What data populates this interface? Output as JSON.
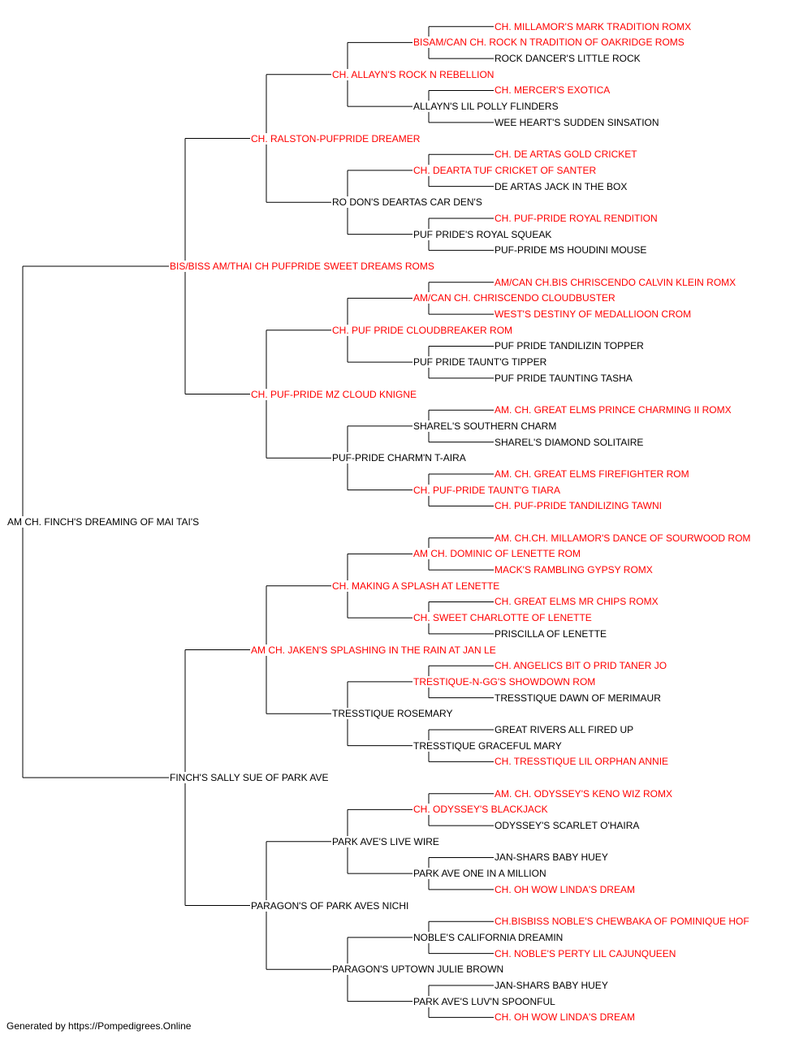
{
  "colors": {
    "champion": "#ff0000",
    "normal": "#000000",
    "line": "#000000"
  },
  "pedigree": {
    "name": "AM CH. FINCH'S DREAMING OF MAI TAI'S",
    "ch": false,
    "sire": {
      "name": "BIS/BISS AM/THAI CH PUFPRIDE SWEET DREAMS ROMS",
      "ch": true,
      "sire": {
        "name": "CH. RALSTON-PUFPRIDE DREAMER",
        "ch": true,
        "sire": {
          "name": "CH. ALLAYN'S ROCK N REBELLION",
          "ch": true,
          "sire": {
            "name": "BISAM/CAN CH. ROCK N TRADITION OF OAKRIDGE ROMS",
            "ch": true,
            "sire": {
              "name": "CH. MILLAMOR'S MARK TRADITION ROMX",
              "ch": true
            },
            "dam": {
              "name": "ROCK DANCER'S LITTLE ROCK",
              "ch": false
            }
          },
          "dam": {
            "name": "ALLAYN'S LIL POLLY FLINDERS",
            "ch": false,
            "sire": {
              "name": "CH. MERCER'S EXOTICA",
              "ch": true
            },
            "dam": {
              "name": "WEE HEART'S SUDDEN SINSATION",
              "ch": false
            }
          }
        },
        "dam": {
          "name": "RO DON'S DEARTAS CAR DEN'S",
          "ch": false,
          "sire": {
            "name": "CH. DEARTA TUF CRICKET OF SANTER",
            "ch": true,
            "sire": {
              "name": "CH. DE ARTAS GOLD CRICKET",
              "ch": true
            },
            "dam": {
              "name": "DE ARTAS JACK IN THE BOX",
              "ch": false
            }
          },
          "dam": {
            "name": "PUF PRIDE'S ROYAL SQUEAK",
            "ch": false,
            "sire": {
              "name": "CH. PUF-PRIDE ROYAL RENDITION",
              "ch": true
            },
            "dam": {
              "name": "PUF-PRIDE MS HOUDINI MOUSE",
              "ch": false
            }
          }
        }
      },
      "dam": {
        "name": "CH. PUF-PRIDE MZ CLOUD KNIGNE",
        "ch": true,
        "sire": {
          "name": "CH. PUF PRIDE CLOUDBREAKER ROM",
          "ch": true,
          "sire": {
            "name": "AM/CAN CH. CHRISCENDO CLOUDBUSTER",
            "ch": true,
            "sire": {
              "name": "AM/CAN CH.BIS CHRISCENDO CALVIN KLEIN ROMX",
              "ch": true
            },
            "dam": {
              "name": "WEST'S DESTINY OF MEDALLIOON CROM",
              "ch": true
            }
          },
          "dam": {
            "name": "PUF PRIDE TAUNT'G TIPPER",
            "ch": false,
            "sire": {
              "name": "PUF PRIDE TANDILIZIN TOPPER",
              "ch": false
            },
            "dam": {
              "name": "PUF PRIDE TAUNTING TASHA",
              "ch": false
            }
          }
        },
        "dam": {
          "name": "PUF-PRIDE CHARM'N T-AIRA",
          "ch": false,
          "sire": {
            "name": "SHAREL'S SOUTHERN CHARM",
            "ch": false,
            "sire": {
              "name": "AM. CH. GREAT ELMS PRINCE CHARMING II ROMX",
              "ch": true
            },
            "dam": {
              "name": "SHAREL'S DIAMOND SOLITAIRE",
              "ch": false
            }
          },
          "dam": {
            "name": "CH. PUF-PRIDE TAUNT'G TIARA",
            "ch": true,
            "sire": {
              "name": "AM. CH. GREAT ELMS FIREFIGHTER ROM",
              "ch": true
            },
            "dam": {
              "name": "CH. PUF-PRIDE TANDILIZING TAWNI",
              "ch": true
            }
          }
        }
      }
    },
    "dam": {
      "name": "FINCH'S SALLY SUE OF PARK AVE",
      "ch": false,
      "sire": {
        "name": "AM CH. JAKEN'S SPLASHING IN THE RAIN AT JAN LE",
        "ch": true,
        "sire": {
          "name": "CH. MAKING A SPLASH AT LENETTE",
          "ch": true,
          "sire": {
            "name": "AM CH. DOMINIC OF LENETTE ROM",
            "ch": true,
            "sire": {
              "name": "AM. CH.CH. MILLAMOR'S DANCE OF SOURWOOD ROM",
              "ch": true
            },
            "dam": {
              "name": "MACK'S RAMBLING GYPSY ROMX",
              "ch": true
            }
          },
          "dam": {
            "name": "CH. SWEET CHARLOTTE OF LENETTE",
            "ch": true,
            "sire": {
              "name": "CH. GREAT ELMS MR CHIPS ROMX",
              "ch": true
            },
            "dam": {
              "name": "PRISCILLA OF LENETTE",
              "ch": false
            }
          }
        },
        "dam": {
          "name": "TRESSTIQUE ROSEMARY",
          "ch": false,
          "sire": {
            "name": "TRESTIQUE-N-GG'S SHOWDOWN ROM",
            "ch": true,
            "sire": {
              "name": "CH. ANGELICS BIT O PRID TANER JO",
              "ch": true
            },
            "dam": {
              "name": "TRESSTIQUE DAWN OF MERIMAUR",
              "ch": false
            }
          },
          "dam": {
            "name": "TRESSTIQUE GRACEFUL MARY",
            "ch": false,
            "sire": {
              "name": "GREAT RIVERS ALL FIRED UP",
              "ch": false
            },
            "dam": {
              "name": "CH. TRESSTIQUE LIL ORPHAN ANNIE",
              "ch": true
            }
          }
        }
      },
      "dam": {
        "name": "PARAGON'S OF PARK AVES NICHI",
        "ch": false,
        "sire": {
          "name": "PARK AVE'S LIVE WIRE",
          "ch": false,
          "sire": {
            "name": "CH. ODYSSEY'S BLACKJACK",
            "ch": true,
            "sire": {
              "name": "AM. CH. ODYSSEY'S KENO WIZ ROMX",
              "ch": true
            },
            "dam": {
              "name": "ODYSSEY'S SCARLET O'HAIRA",
              "ch": false
            }
          },
          "dam": {
            "name": "PARK AVE ONE IN A MILLION",
            "ch": false,
            "sire": {
              "name": "JAN-SHARS BABY HUEY",
              "ch": false
            },
            "dam": {
              "name": "CH. OH WOW LINDA'S DREAM",
              "ch": true
            }
          }
        },
        "dam": {
          "name": "PARAGON'S UPTOWN JULIE BROWN",
          "ch": false,
          "sire": {
            "name": "NOBLE'S CALIFORNIA DREAMIN",
            "ch": false,
            "sire": {
              "name": "CH.BISBISS NOBLE'S CHEWBAKA OF POMINIQUE HOF",
              "ch": true
            },
            "dam": {
              "name": "CH. NOBLE'S PERTY LIL CAJUNQUEEN",
              "ch": true
            }
          },
          "dam": {
            "name": "PARK AVE'S LUV'N SPOONFUL",
            "ch": false,
            "sire": {
              "name": "JAN-SHARS BABY HUEY",
              "ch": false
            },
            "dam": {
              "name": "CH. OH WOW LINDA'S DREAM",
              "ch": true
            }
          }
        }
      }
    }
  },
  "footer": "Generated by https://Pompedigrees.Online"
}
